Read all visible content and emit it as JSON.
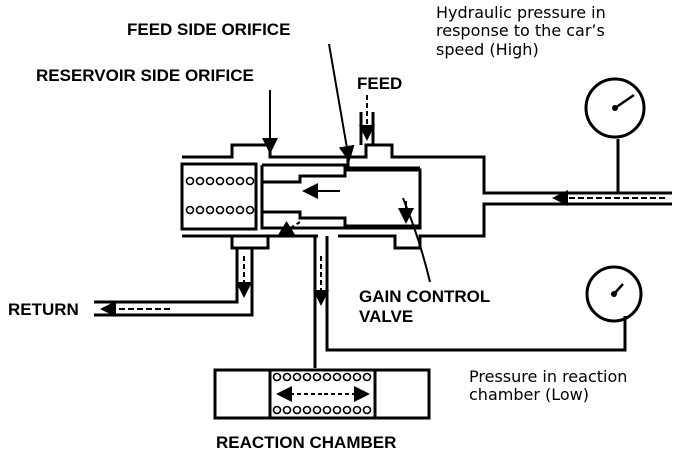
{
  "labels": {
    "feed_side_orifice": "FEED SIDE ORIFICE",
    "reservoir_side_orifice": "RESERVOIR SIDE ORIFICE",
    "feed": "FEED",
    "hydraulic_pressure": [
      "Hydraulic pressure in",
      "response to the car’s",
      "speed (High)"
    ],
    "return": "RETURN",
    "gain_control_valve": [
      "GAIN CONTROL",
      "VALVE"
    ],
    "reaction_pressure": [
      "Pressure in reaction",
      "chamber (Low)"
    ],
    "reaction_chamber": "REACTION CHAMBER"
  }
}
